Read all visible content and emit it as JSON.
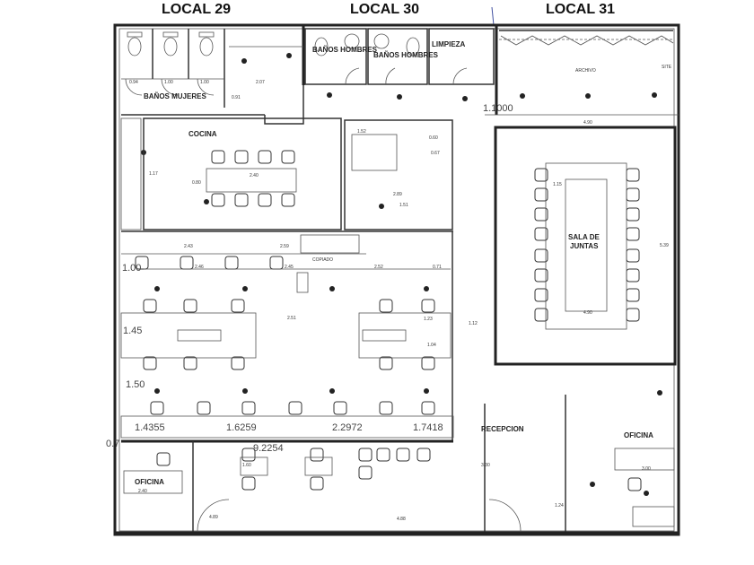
{
  "locals": [
    "LOCAL 29",
    "LOCAL 30",
    "LOCAL 31"
  ],
  "rooms": {
    "banos_mujeres": "BAÑOS MUJERES",
    "banos_hombres_1": "BAÑOS HOMBRES",
    "banos_hombres_2": "BAÑOS HOMBRES",
    "limpieza": "LIMPIEZA",
    "archivo": "ARCHIVO",
    "site": "SITE",
    "cocina": "COCINA",
    "sala_de_juntas_1": "SALA DE",
    "sala_de_juntas_2": "JUNTAS",
    "copiado": "COPIADO",
    "recepcion": "RECEPCION",
    "oficina_left": "OFICINA",
    "oficina_right": "OFICINA"
  },
  "dimensions": {
    "d_094": "0.94",
    "d_100a": "1.00",
    "d_100b": "1.00",
    "d_207": "2.07",
    "d_091": "0.91",
    "d_11000": "1.1000",
    "d_240": "2.40",
    "d_080": "0.80",
    "d_117": "1.17",
    "d_152": "1.52",
    "d_067": "0.67",
    "d_060": "0.60",
    "d_289": "2.89",
    "d_151": "1.51",
    "d_243": "2.43",
    "d_259": "2.59",
    "d_246": "2.46",
    "d_245": "2.45",
    "d_252": "2.52",
    "d_071": "0.71",
    "d_100big": "1.00",
    "d_145": "1.45",
    "d_150": "1.50",
    "d_251": "2.51",
    "d_123": "1.23",
    "d_104": "1.04",
    "d_112": "1.12",
    "d_14355": "1.4355",
    "d_16259": "1.6259",
    "d_22972": "2.2972",
    "d_7418": "1.7418",
    "d_92254": "9.2254",
    "d_07": "0.7",
    "d_490top": "4.90",
    "d_539": "5.39",
    "d_490in": "4.90",
    "d_115": "1.15",
    "d_330": "3.30",
    "d_300": "3.00",
    "d_124": "1.24",
    "d_488": "4.88",
    "d_489": "4.89",
    "d_240b": "2.40",
    "d_160": "1.60"
  }
}
